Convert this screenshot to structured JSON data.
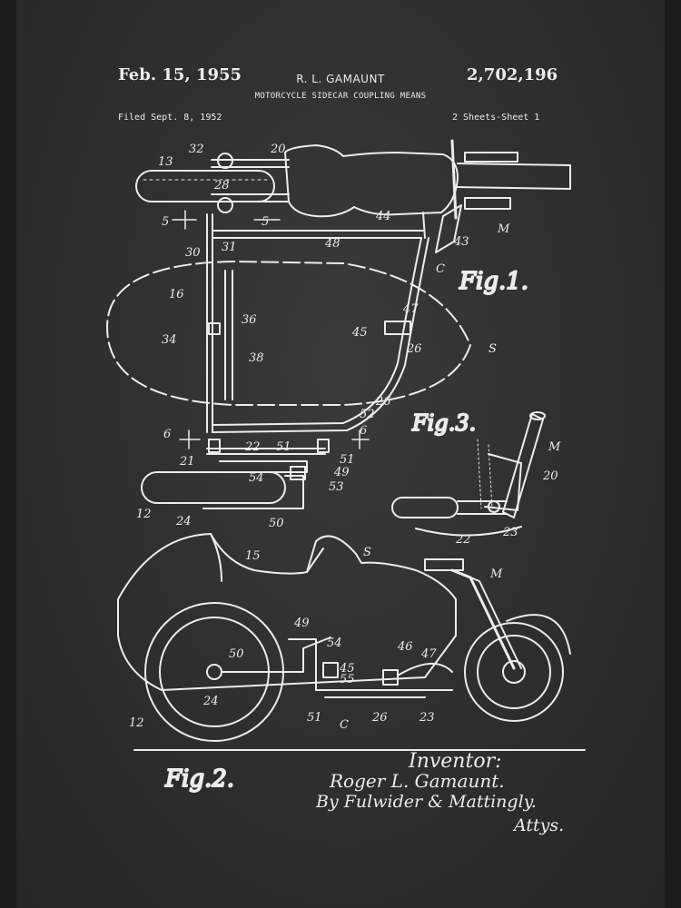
{
  "header": {
    "date": "Feb. 15, 1955",
    "inventor_short": "R. L. GAMAUNT",
    "patent_number": "2,702,196",
    "title": "MOTORCYCLE SIDECAR COUPLING MEANS",
    "filed": "Filed Sept. 8, 1952",
    "sheets": "2 Sheets-Sheet 1"
  },
  "figures": {
    "fig1": "Fig.1.",
    "fig2": "Fig.2.",
    "fig3": "Fig.3."
  },
  "callouts": {
    "fig1": [
      "13",
      "32",
      "20",
      "28",
      "5",
      "5",
      "30",
      "31",
      "44",
      "43",
      "M",
      "48",
      "C",
      "16",
      "36",
      "34",
      "38",
      "47",
      "45",
      "26",
      "S",
      "26",
      "52",
      "6",
      "6",
      "21",
      "22",
      "51",
      "51",
      "54",
      "49",
      "53",
      "12",
      "24",
      "50"
    ],
    "fig2": [
      "15",
      "S",
      "M",
      "49",
      "54",
      "46",
      "47",
      "50",
      "45",
      "55",
      "24",
      "51",
      "C",
      "26",
      "23",
      "12"
    ],
    "fig3": [
      "M",
      "20",
      "22",
      "23"
    ]
  },
  "signature": {
    "inventor_label": "Inventor:",
    "inventor_name": "Roger L. Gamaunt.",
    "attorneys": "By Fulwider & Mattingly.",
    "attys": "Attys."
  },
  "colors": {
    "chalkboard": "#2e2e2e",
    "chalk": "#ececec"
  }
}
